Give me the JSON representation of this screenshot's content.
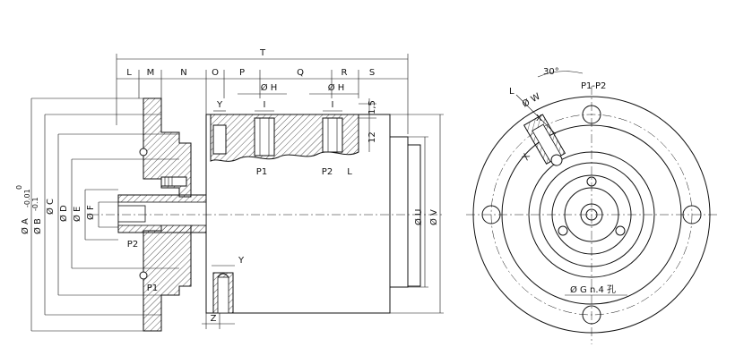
{
  "dimensions": {
    "T": "T",
    "L": "L",
    "M": "M",
    "N": "N",
    "O": "O",
    "P": "P",
    "Q": "Q",
    "R": "R",
    "S": "S",
    "Y_top": "Y",
    "Y_bottom": "Y",
    "Z": "Z",
    "I_left": "I",
    "I_right": "I",
    "H_left": "Ø H",
    "H_right": "Ø H",
    "dim_1_5": "1,5",
    "dim_12": "12",
    "A": "Ø A",
    "A_tol_top": "0",
    "A_tol_bottom": "-0.01",
    "B": "Ø B",
    "B_tol": "-0.1",
    "C": "Ø C",
    "D": "Ø D",
    "E": "Ø E",
    "F": "Ø F",
    "U": "Ø U",
    "V": "Ø V",
    "L_right": "L",
    "L_side": "L",
    "W": "Ø W",
    "X": "X",
    "X_bottom": "X",
    "angle": "30°",
    "G": "Ø G  n.4 孔"
  },
  "ports": {
    "P1_top": "P1",
    "P2_top": "P2",
    "P2_flange": "P2",
    "P1_flange": "P1",
    "P1P2_side": "P1-P2"
  }
}
